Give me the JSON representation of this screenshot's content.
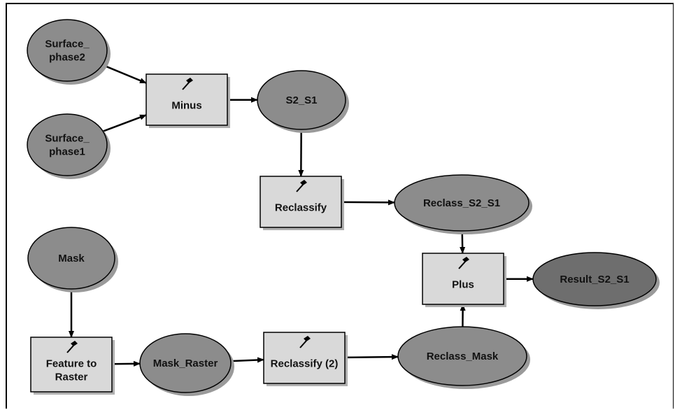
{
  "diagram": {
    "nodes": [
      {
        "id": "surface_phase2",
        "kind": "data",
        "lines": [
          "Surface_",
          "phase2"
        ]
      },
      {
        "id": "surface_phase1",
        "kind": "data",
        "lines": [
          "Surface_",
          "phase1"
        ]
      },
      {
        "id": "minus",
        "kind": "tool",
        "lines": [
          "Minus"
        ]
      },
      {
        "id": "s2_s1",
        "kind": "data",
        "lines": [
          "S2_S1"
        ]
      },
      {
        "id": "reclassify",
        "kind": "tool",
        "lines": [
          "Reclassify"
        ]
      },
      {
        "id": "reclass_s2_s1",
        "kind": "data",
        "lines": [
          "Reclass_S2_S1"
        ]
      },
      {
        "id": "mask",
        "kind": "data",
        "lines": [
          "Mask"
        ]
      },
      {
        "id": "feature_to_raster",
        "kind": "tool",
        "lines": [
          "Feature to",
          "Raster"
        ]
      },
      {
        "id": "mask_raster",
        "kind": "data",
        "lines": [
          "Mask_Raster"
        ]
      },
      {
        "id": "reclassify_2",
        "kind": "tool",
        "lines": [
          "Reclassify (2)"
        ]
      },
      {
        "id": "reclass_mask",
        "kind": "data",
        "lines": [
          "Reclass_Mask"
        ]
      },
      {
        "id": "plus",
        "kind": "tool",
        "lines": [
          "Plus"
        ]
      },
      {
        "id": "result_s2_s1",
        "kind": "output",
        "lines": [
          "Result_S2_S1"
        ]
      }
    ],
    "edges": [
      [
        "surface_phase2",
        "minus"
      ],
      [
        "surface_phase1",
        "minus"
      ],
      [
        "minus",
        "s2_s1"
      ],
      [
        "s2_s1",
        "reclassify"
      ],
      [
        "reclassify",
        "reclass_s2_s1"
      ],
      [
        "reclass_s2_s1",
        "plus"
      ],
      [
        "mask",
        "feature_to_raster"
      ],
      [
        "feature_to_raster",
        "mask_raster"
      ],
      [
        "mask_raster",
        "reclassify_2"
      ],
      [
        "reclassify_2",
        "reclass_mask"
      ],
      [
        "reclass_mask",
        "plus"
      ],
      [
        "plus",
        "result_s2_s1"
      ]
    ],
    "colors": {
      "data_fill": "#8c8c8c",
      "output_fill": "#6e6e6e",
      "tool_fill": "#d9d9d9",
      "stroke": "#000000",
      "shadow": "#9a9a9a"
    },
    "tool_icon": "hammer-icon"
  }
}
